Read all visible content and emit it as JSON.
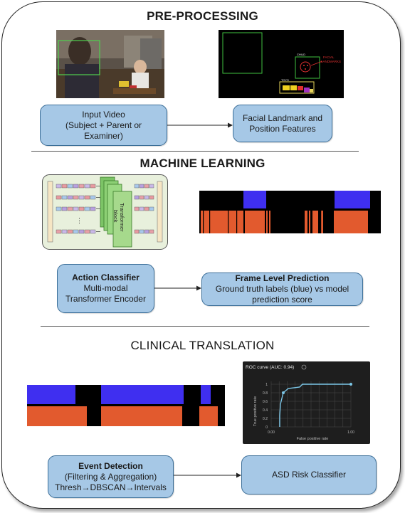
{
  "sections": {
    "preprocessing": "PRE-PROCESSING",
    "machine_learning": "MACHINE LEARNING",
    "clinical_translation": "CLINICAL TRANSLATION"
  },
  "nodes": {
    "input_video": [
      "Input Video",
      "(Subject + Parent or",
      "Examiner)"
    ],
    "facial_landmark": [
      "Facial Landmark and",
      "Position Features"
    ],
    "action_classifier": {
      "title": "Action Classifier",
      "lines": [
        "Multi-modal",
        "Transformer Encoder"
      ]
    },
    "frame_prediction": {
      "title": "Frame Level Prediction",
      "lines": [
        "Ground truth labels (blue) vs model",
        "prediction score"
      ]
    },
    "event_detection": {
      "title": "Event Detection",
      "lines": [
        "(Filtering & Aggregation)",
        "Thresh→DBSCAN→Intervals"
      ]
    },
    "asd_classifier": "ASD Risk Classifier"
  },
  "landmark_labels": {
    "child": "CHILD",
    "facial": "FACIAL",
    "landmarks": "LANDMARKS",
    "toys": "TOYS"
  },
  "transformer_label": [
    "Transformer",
    "block"
  ],
  "roc": {
    "title": "ROC curve (AUC: 0.94)",
    "xlabel": "False positive rate",
    "ylabel": "True positive rate",
    "xticks": [
      "0.00",
      "1.00"
    ],
    "yticks": [
      "0",
      "0.2",
      "0.4",
      "0.6",
      "0.8",
      "1"
    ]
  },
  "colors": {
    "blue": "#3f2ff0",
    "orange": "#e25a2e",
    "box": "#a6c8e6",
    "roc_line": "#7cc7e8"
  }
}
